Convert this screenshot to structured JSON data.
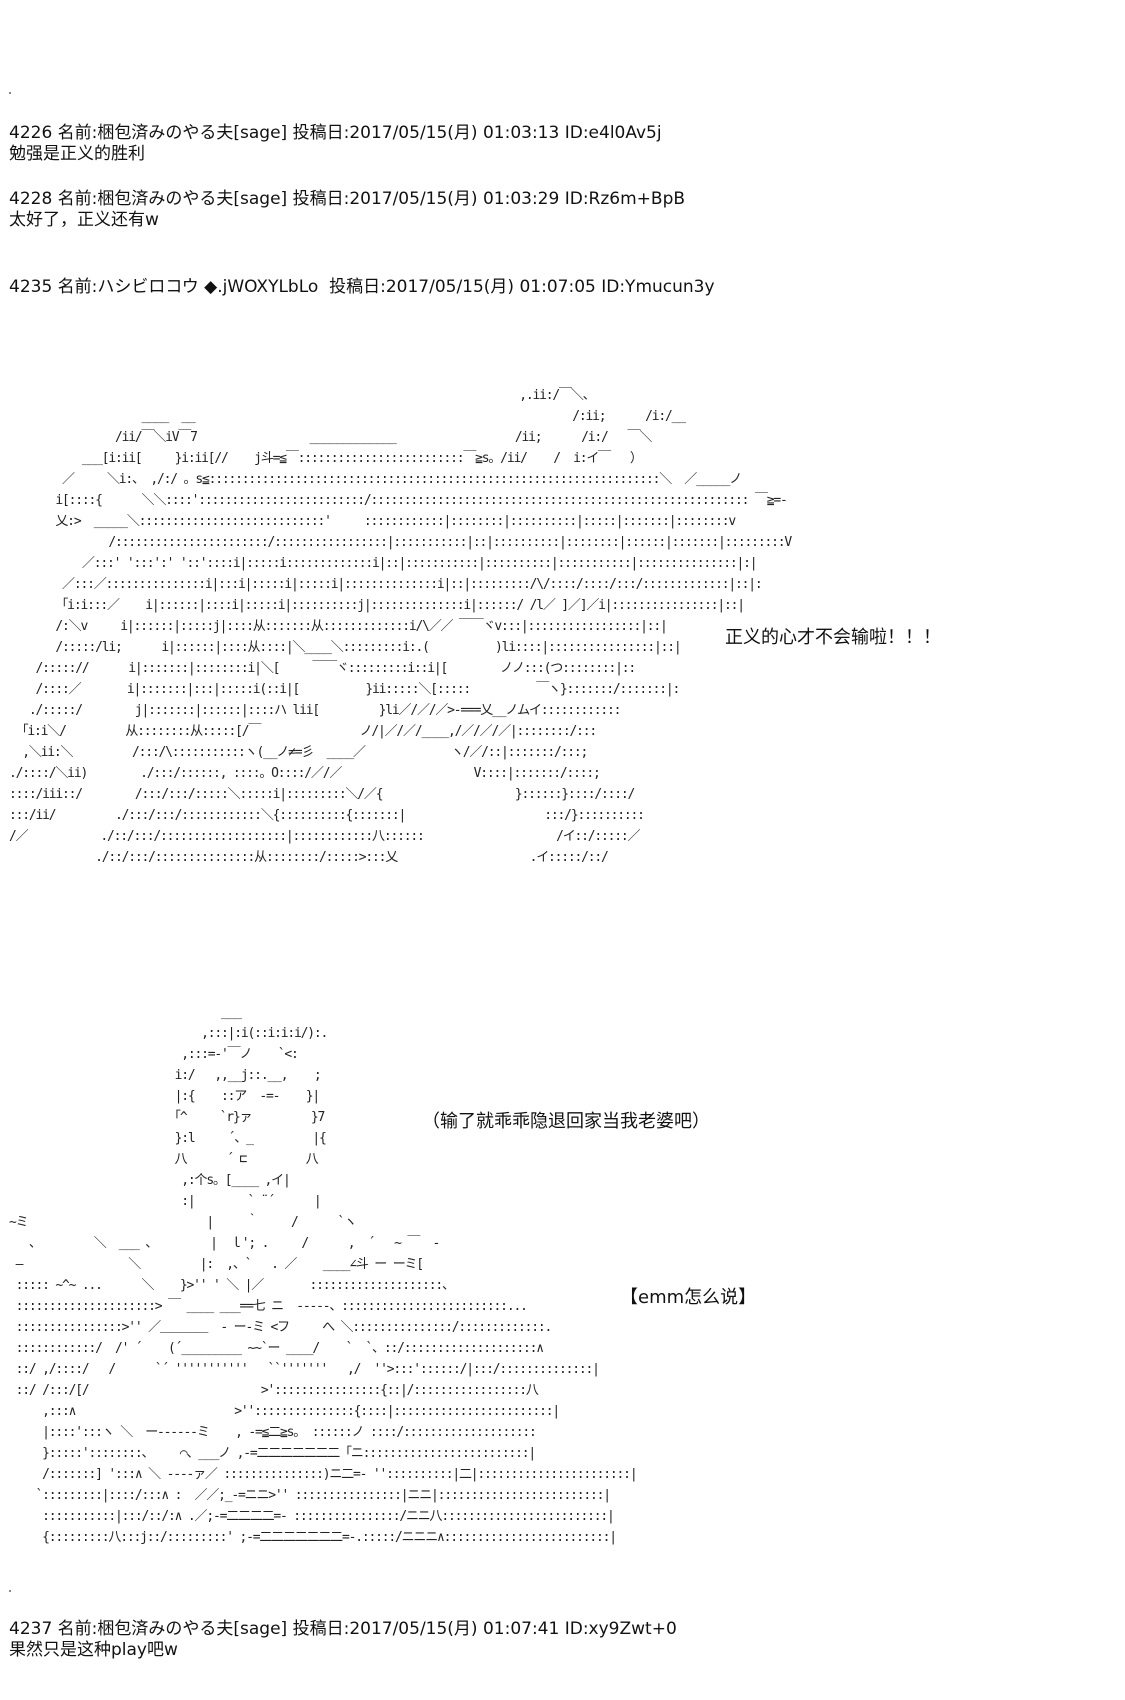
{
  "posts": [
    {
      "header": "4226 名前:梱包済みのやる夫[sage] 投稿日:2017/05/15(月) 01:03:13 ID:e4l0Av5j",
      "body": "勉强是正义的胜利"
    },
    {
      "header": "4228 名前:梱包済みのやる夫[sage] 投稿日:2017/05/15(月) 01:03:29 ID:Rz6m+BpB",
      "body": "太好了，正义还有w"
    },
    {
      "header": "4235 名前:ハシビロコウ ◆.jWOXYLbLo  投稿日:2017/05/15(月) 01:07:05 ID:Ymucun3y",
      "body": ""
    },
    {
      "header": "4237 名前:梱包済みのやる夫[sage] 投稿日:2017/05/15(月) 01:07:41 ID:xy9Zwt+0",
      "body": "果然只是这种play吧w"
    }
  ],
  "speech": {
    "line1": "正义的心才不会输啦！！！",
    "line2": "（输了就乖乖隐退回家当我老婆吧）",
    "line3": "【emm怎么说】"
  },
  "ascii_art": {
    "art1": "                                                                             ,.ii:/￣＼、\n                    ____  __                                                         /:ii;      /i:/__\n                /ii/￣＼iV￣7                 _____________                  /ii;      /i:/   ￣＼\n           ___[i:ii[     }i:ii[//    j斗=≦￣:::::::::::::::::::::::::￣≧s。/ii/    /  i:イ￣   ）\n        ／     ＼i:、 ,/:/ 。s≦::::::::::::::::::::::::::::::::::::::::::::::::::::::::::::::::::::＼  ／_____ノ\n       i[::::{      ＼＼::::':::::::::::::::::::::::::/::::::::::::::::::::::::::::::::::::::::::::::::::::::::: ￣≧=-\n       乂:>  _____＼::::::::::::::::::::::::::::'     ::::::::::::|::::::::|::::::::::|:::::|:::::::|::::::::v\n               /:::::::::::::::::::::::/:::::::::::::::::|:::::::::::|::|::::::::::|::::::::|::::::|:::::::|:::::::::V\n           ／:::' ':::':' '::'::::i|:::::i:::::::::::::i|::|:::::::::::|::::::::::|:::::::::::|:::::::::::::::|:|\n        ／:::／:::::::::::::::i|:::i|:::::i|:::::i|::::::::::::::i|::|:::::::::/\\/::::/::::/:::/:::::::::::::|::|:\n       「i:i:::／    i|::::::|::::i|:::::i|::::::::::j|::::::::::::::i|::::::/ /l／ ]／]／i|::::::::::::::::|::|\n       /:＼v     i|::::::|:::::j|::::从:::::::从:::::::::::::i/\\／／ ￣￣ヾv:::|:::::::::::::::::|::|\n       /:::::/li;      i|::::::|::::从::::|＼____＼:::::::::i:.(          )li::::|::::::::::::::::|::|\n    /::::://      i|:::::::|::::::::i|＼[     ￣￣ヾ:::::::::i::i|[        ノノ:::(つ::::::::|::\n    /::::／       i|:::::::|:::|:::::i(::i|[          }ii:::::＼[:::::          ￣ヽ}:::::::/:::::::|:\n   ./:::::/        j|:::::::|::::::|::::ハ lii[         }li／/／/／>-===乂__ノムイ::::::::::::\n 「i:i＼/         从::::::::从:::::[/￣               ノ/|／/／/____,/／/／/／|::::::::/:::\n  ,＼ii:＼         /:::/\\:::::::::::ヽ(__ノ≠=彡  ____／             ヽ/／/::|:::::::/:::;\n./::::/＼ii)        ./:::/::::::, ::::。O::::/／/／                    V::::|:::::::/::::;\n::::/iii::/        /:::/:::/:::::＼:::::i|:::::::::＼/／{                    }::::::}::::/::::/\n:::/ii/         ./:::/:::/::::::::::::＼{::::::::::{:::::::|                     :::/}::::::::::\n/／           ./::/:::/:::::::::::::::::::|::::::::::::八::::::                    /イ::/:::::／\n             ./::/:::/:::::::::::::::从::::::::/:::::>:::乂                    .イ:::::/::/",
    "art2": "                                ___\n                             ,:::|:i(::i:i:i/):.\n                          ,:::=-'￣ノ    `<:\n                         i:/   ,,__j::.__,    ;\n                         |:{    ::ア  -=-    }|\n                        「^     `r}ァ         }7\n                         }:l     ´、_         |{\n                         八      ´ ⊏         八\n                          ,:个s。[____ ,イ|\n                          :|        ` ¨´      |\n~ミ                           |     ｀     /      `ヽ\n   、        ＼  ___ 、        |  ｌ'; .     /      ,  ´   ~ ￣  -\n —                ＼         |:  ,、`   . ／    ____∠斗 ー ーミ[\n ::::: ~^~ ...      ＼    }>'' ' ＼ |／       ::::::::::::::::::::、\n :::::::::::::::::::::> ￣ ____ ___==七 ニ  -----、:::::::::::::::::::::::::...\n ::::::::::::::::>'' ／＿＿＿＿  - ー-ミ <フ     へ ＼:::::::::::::::/:::::::::::::.\n ::::::::::::/  /' ´    (´_________ ~~`ー ____/    `  `、::/::::::::::::::::::::∧\n ::/ ,/::::/   /      `´ '''''''''''   ``'''''''   ,/  ''>:::'::::::/|:::/::::::::::::::|\n ::/ /:::/[/                          >'::::::::::::::::{::|/:::::::::::::::::八\n     ,:::∧                        >'':::::::::::::::{::::|::::::::::::::::::::::::|\n     |::::':::ヽ ＼  ー------ミ    , -=≦二≧s。 ::::::ノ ::::/::::::::::::::::::::\n     }:::::'::::::::、    ⌒、___ノ ,-=二二二二二二二「ニ:::::::::::::::::::::::::|\n     /:::::::] ':::∧ ＼ ----ァ／ :::::::::::::::)ニ二=- ''::::::::::|二|:::::::::::::::::::::::|\n    `:::::::::|::::/:::∧ :  ／／;_-=ニニ>'' ::::::::::::::::|ニニ|:::::::::::::::::::::::::|\n     :::::::::::|:::/::/:∧ .／;-=二二二二=- ::::::::::::::::/ニニ八:::::::::::::::::::::::::|\n     {:::::::::八:::j::/:::::::::' ;-=二二二二二二二=-.:::::/ニニニ∧:::::::::::::::::::::::::|"
  }
}
